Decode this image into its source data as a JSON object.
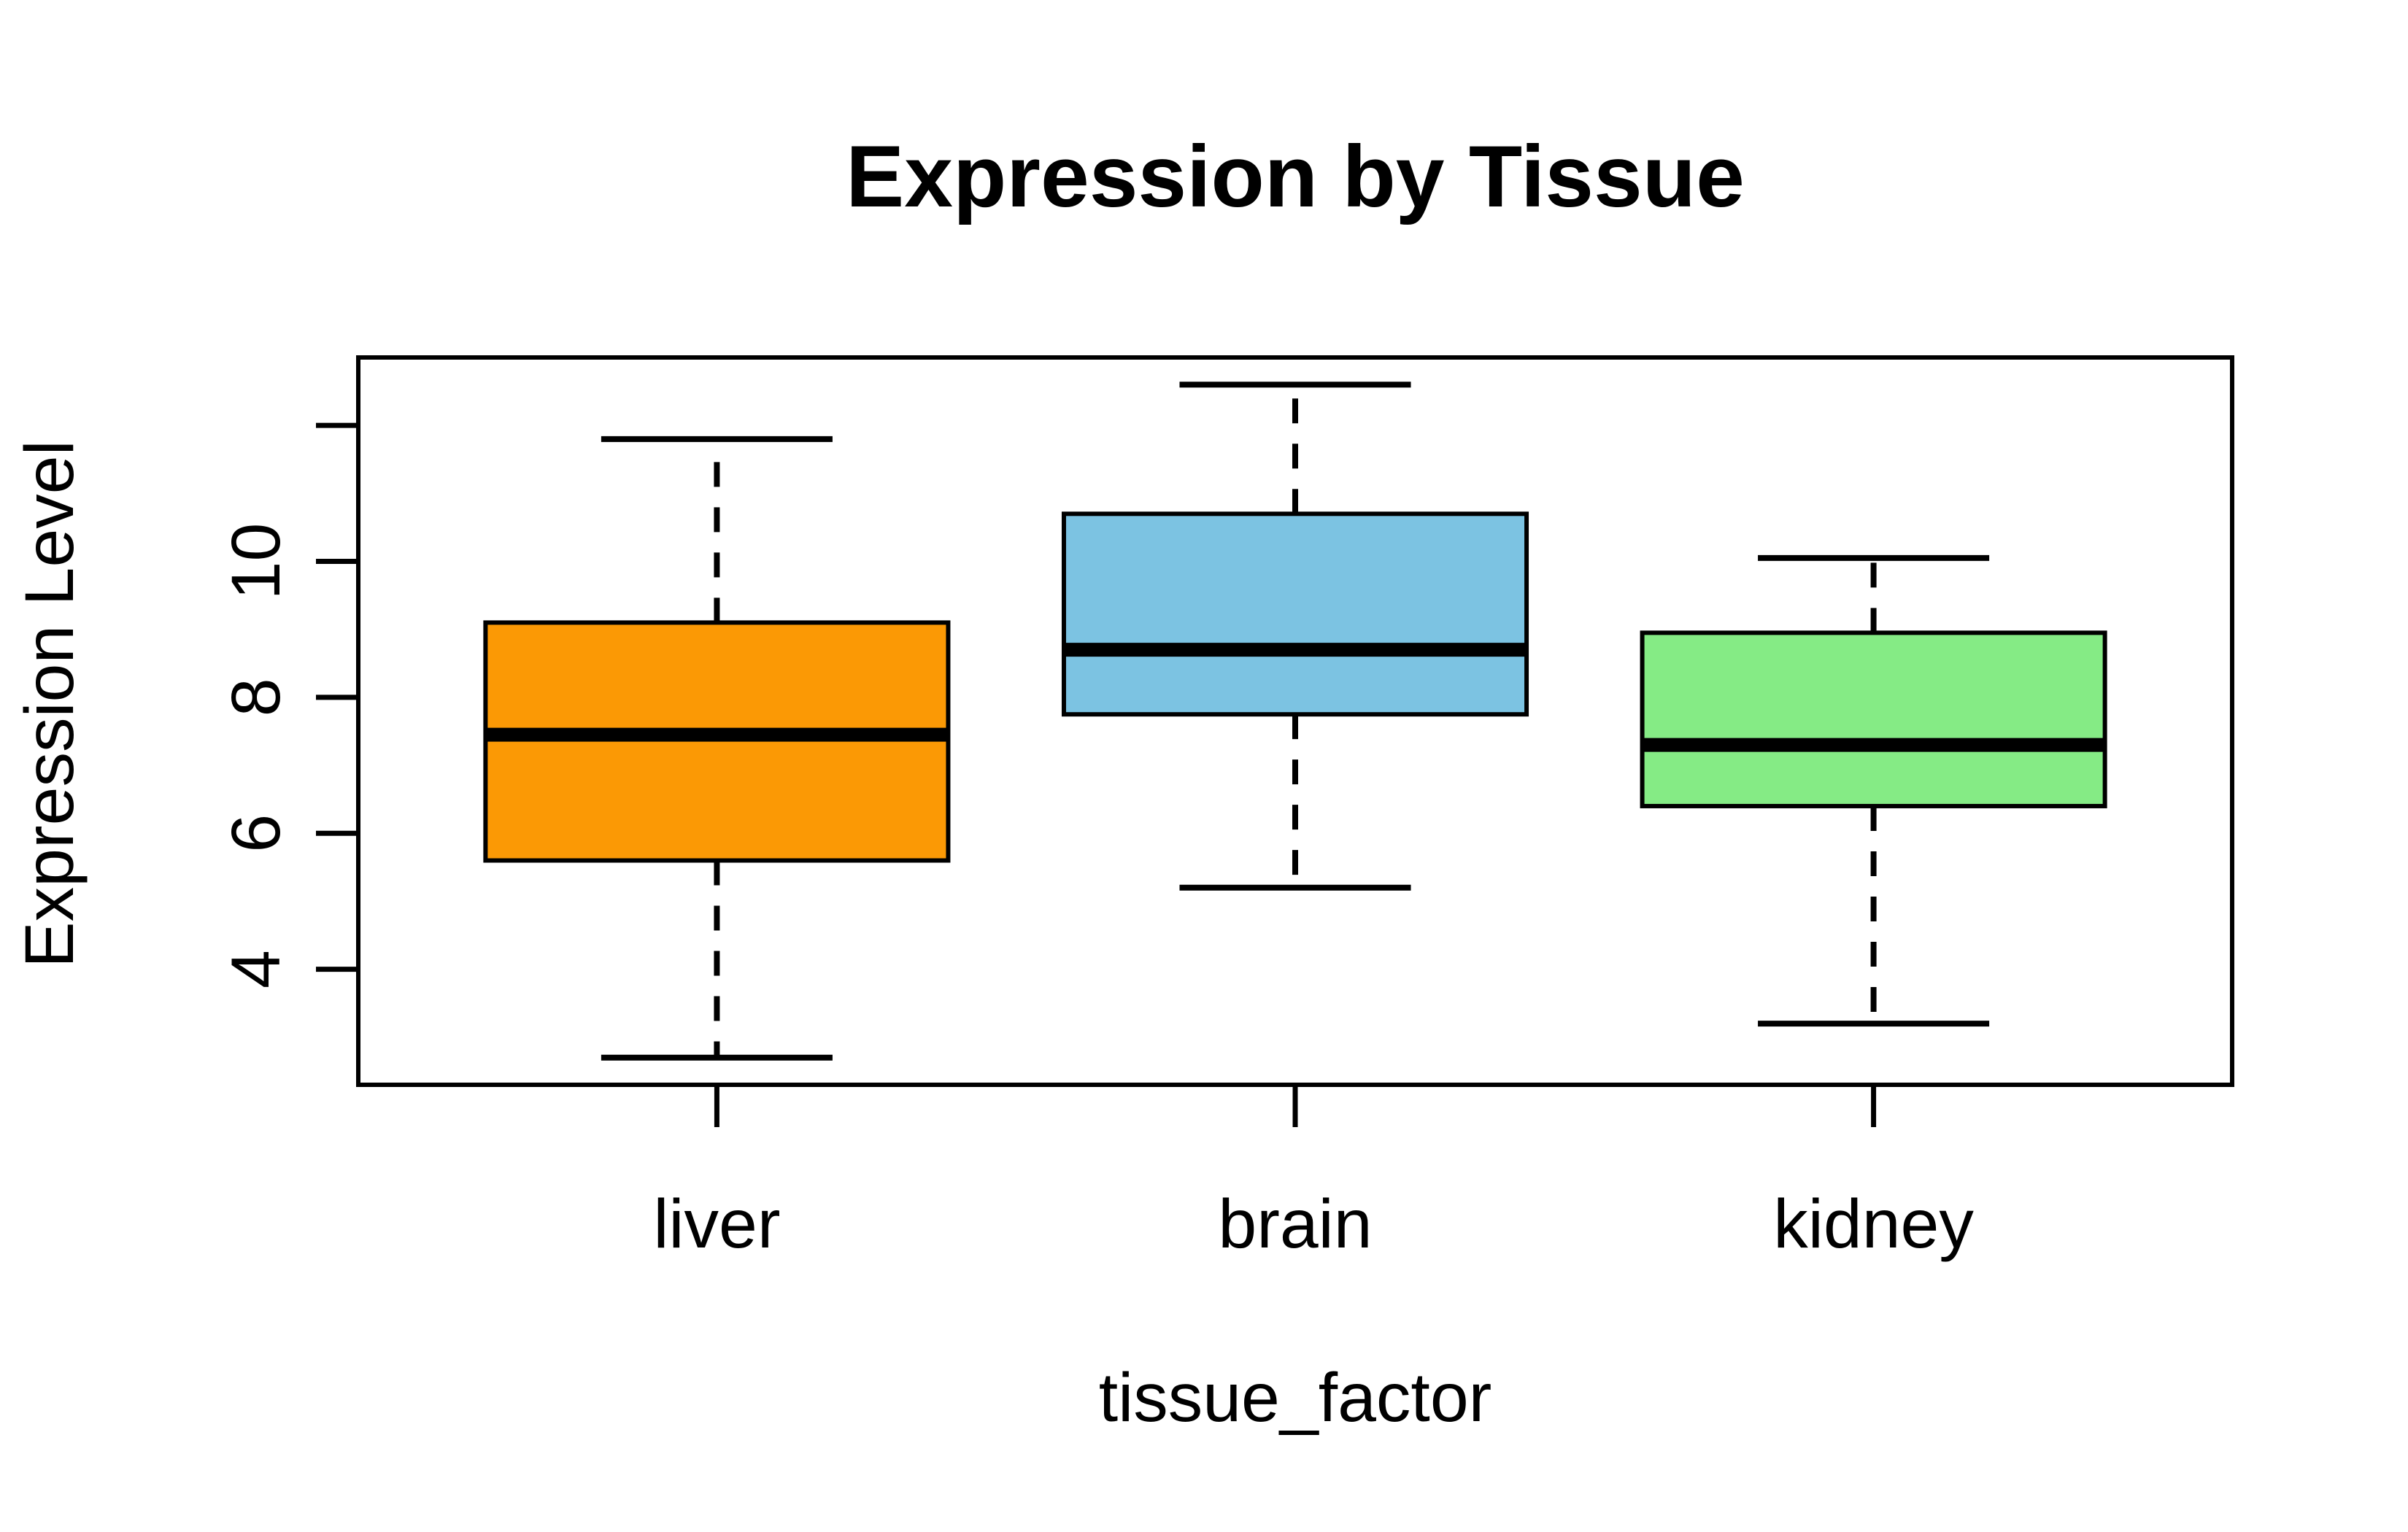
{
  "figure": {
    "background_color": "#FFFFFF",
    "foreground_color": "#000000"
  },
  "chart_data": {
    "type": "boxplot",
    "title": "Expression by Tissue",
    "xlabel": "tissue_factor",
    "ylabel": "Expression Level",
    "categories": [
      "liver",
      "brain",
      "kidney"
    ],
    "series": [
      {
        "name": "liver",
        "color": "#FB9905",
        "whisker_low": 2.7,
        "q1": 5.6,
        "median": 7.45,
        "q3": 9.1,
        "whisker_high": 11.8
      },
      {
        "name": "brain",
        "color": "#7CC3E2",
        "whisker_low": 5.2,
        "q1": 7.75,
        "median": 8.7,
        "q3": 10.7,
        "whisker_high": 12.6
      },
      {
        "name": "kidney",
        "color": "#85EB85",
        "whisker_low": 3.2,
        "q1": 6.4,
        "median": 7.3,
        "q3": 8.95,
        "whisker_high": 10.05
      }
    ],
    "y_ticks": [
      {
        "value": 4,
        "label": "4"
      },
      {
        "value": 6,
        "label": "6"
      },
      {
        "value": 8,
        "label": "8"
      },
      {
        "value": 10,
        "label": "10"
      },
      {
        "value": 12,
        "label": ""
      }
    ],
    "ylim": [
      2.3,
      13.0
    ],
    "xlim": [
      0.38,
      3.62
    ],
    "x_positions": [
      1,
      2,
      3
    ],
    "box_width": 0.8,
    "cap_width": 0.4,
    "grid": false,
    "legend_position": "none",
    "box_border_color": "#000000",
    "whisker_style": "dashed"
  }
}
